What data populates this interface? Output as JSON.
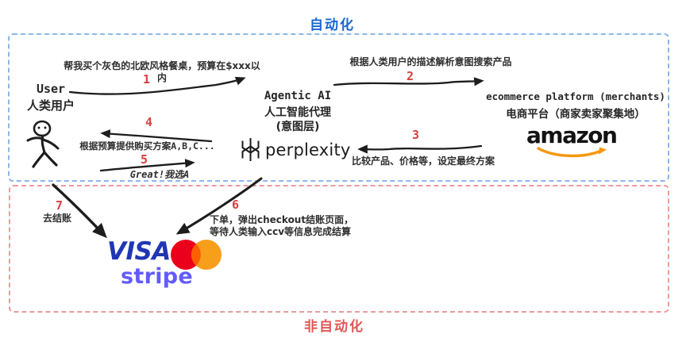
{
  "header": {
    "top_label": "自动化",
    "bottom_label": "非自动化"
  },
  "user": {
    "name": "User",
    "name_zh": "人类用户"
  },
  "agent": {
    "title": "Agentic AI",
    "subtitle": "人工智能代理",
    "role": "(意图层)",
    "brand": "perplexity"
  },
  "platform": {
    "title": "ecommerce platform (merchants)",
    "subtitle": "电商平台（商家卖家聚集地）",
    "brand": "amazon"
  },
  "payment": {
    "visa": "VISA",
    "stripe": "stripe",
    "mastercard_icon": "two overlapping red/orange circles"
  },
  "steps": {
    "s1": {
      "num": "1",
      "label": "帮我买个灰色的北欧风格餐桌，预算在$xxx以内"
    },
    "s2": {
      "num": "2",
      "label": "根据人类用户的描述解析意图搜索产品"
    },
    "s3": {
      "num": "3",
      "label": "比较产品、价格等，设定最终方案"
    },
    "s4": {
      "num": "4",
      "label": "根据预算提供购买方案A,B,C..."
    },
    "s5": {
      "num": "5",
      "label": "Great!我选A"
    },
    "s6": {
      "num": "6",
      "label_line1": "下单，弹出checkout结账页面，",
      "label_line2": "等待人类输入ccv等信息完成结算"
    },
    "s7": {
      "num": "7",
      "label": "去结账"
    }
  },
  "colors": {
    "automated_blue": "#1766d1",
    "automated_border": "#8cb6e8",
    "manual_red": "#e25555",
    "manual_border": "#eb9b9b",
    "step_number_red": "#d64141",
    "ink": "#1d1d1d",
    "visa_blue": "#2036b4",
    "stripe_purple": "#635bff",
    "mastercard_red": "#eb001b",
    "mastercard_orange": "#f79e1b",
    "mastercard_overlap": "#ff5f00",
    "amazon_orange": "#f7970c"
  }
}
